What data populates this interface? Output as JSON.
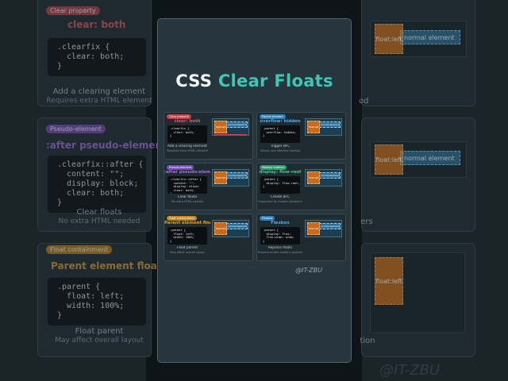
{
  "title": {
    "part1": "CSS",
    "part2": "Clear Floats"
  },
  "handle": "@IT-ZBU",
  "colors": {
    "accent_teal": "#3cc7b6",
    "float_orange": "#c96b1a",
    "normal_blue": "#2f6f95"
  },
  "demo_labels": {
    "float": "float:left",
    "normal": "normal element"
  },
  "cards": [
    {
      "tag": "Clear property",
      "tag_color": "#c0424a",
      "title": "clear: both",
      "title_color": "#e05a5a",
      "code": ".clearfix {\n  clear: both;\n}",
      "desc": "Add a clearing element",
      "sub": "Requires extra HTML element"
    },
    {
      "tag": "Parent element",
      "tag_color": "#2f7fb8",
      "title": "overflow: hidden",
      "title_color": "#59a9e0",
      "code": ".parent {\n  overflow: hidden;\n}",
      "desc": "Trigger BFC",
      "sub": "Simple and effective method"
    },
    {
      "tag": "Pseudo-element",
      "tag_color": "#7c4bb5",
      "title": ":after pseudo-element",
      "title_color": "#a56fe0",
      "code": ".clearfix::after {\n  content: \"\";\n  display: block;\n  clear: both;\n}",
      "desc": "Clear floats",
      "sub": "No extra HTML needed"
    },
    {
      "tag": "Modern method",
      "tag_color": "#2f9e6e",
      "title": "display: flow-root",
      "title_color": "#4fc48f",
      "code": ".parent {\n  display: flow-root;\n}",
      "desc": "Create BFC",
      "sub": "Supported by modern browsers"
    },
    {
      "tag": "Float containment",
      "tag_color": "#c98418",
      "title": "Parent element float",
      "title_color": "#e0a030",
      "code": ".parent {\n  float: left;\n  width: 100%;\n}",
      "desc": "Float parent",
      "sub": "May affect overall layout"
    },
    {
      "tag": "Flexbox",
      "tag_color": "#2f7fb8",
      "title": "Flexbox",
      "title_color": "#59a9e0",
      "code": ".parent {\n  display: flex;\n  flex-wrap: wrap;\n}",
      "desc": "Replace floats",
      "sub": "Recommended modern solution"
    }
  ],
  "background": {
    "left": [
      {
        "tag": "Clear property",
        "tag_color": "#c0424a",
        "title": "clear: both",
        "title_color": "#e05a5a",
        "code": ".clearfix {\n  clear: both;\n}",
        "desc": "Add a clearing element",
        "sub": "Requires extra HTML element"
      },
      {
        "tag": "Pseudo-element",
        "tag_color": "#7c4bb5",
        "title": ":after pseudo-element",
        "title_color": "#a56fe0",
        "code": ".clearfix::after {\n  content: \"\";\n  display: block;\n  clear: both;\n}",
        "desc": "Clear floats",
        "sub": "No extra HTML needed"
      },
      {
        "tag": "Float containment",
        "tag_color": "#c98418",
        "title": "Parent element float",
        "title_color": "#e0a030",
        "code": ".parent {\n  float: left;\n  width: 100%;\n}",
        "desc": "Float parent",
        "sub": "May affect overall layout"
      }
    ],
    "right_partials": [
      "od",
      "ers",
      "tion"
    ],
    "watermark": "@IT-ZBU"
  }
}
